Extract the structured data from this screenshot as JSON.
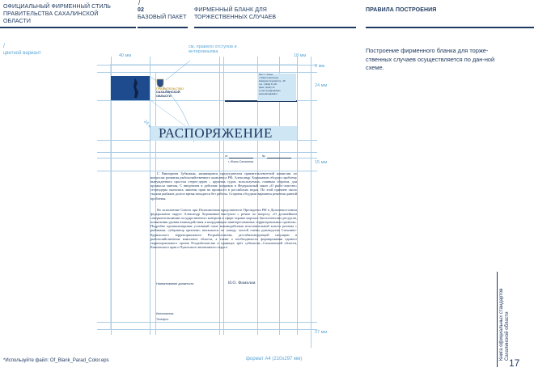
{
  "header": {
    "col1": "ОФИЦИАЛЬНЫЙ ФИРМЕННЫЙ СТИЛЬ ПРАВИТЕЛЬСТВА САХАЛИНСКОЙ ОБЛАСТИ",
    "col2_num": "02",
    "col2_text": "БАЗОВЫЙ ПАКЕТ",
    "col3": "ФИРМЕННЫЙ БЛАНК ДЛЯ ТОРЖЕСТВЕННЫХ СЛУЧАЕВ",
    "col4": "ПРАВИЛА ПОСТРОЕНИЯ",
    "slash": "/"
  },
  "left_note": {
    "slash": "/",
    "text": "цветной вариант"
  },
  "dims": {
    "left_margin": "40 мм",
    "right_margin": "18 мм",
    "top": "5 мм",
    "logo_h": "24 мм",
    "title_offset": "15 мм",
    "bottom": "27 мм",
    "diag": "24 мм",
    "note": "см. правило отступов и интерлиньяжа",
    "format": "формат А4 (210х297 мм)"
  },
  "letterhead": {
    "org_line1": "ПРАВИТЕЛЬСТВО",
    "org_line2": "САХАЛИНСКОЙ",
    "org_line3": "ОБЛАСТИ",
    "contacts": [
      "693 ? г. Южно-",
      "г. Южно-Сахалинск",
      "Коммунистический пр., 39",
      "тел.: (4242) 67-26-",
      "факс: (4242) 72-",
      "e-mail: post@sakhalin.",
      "www.admsakhalin.r"
    ],
    "title": "РАСПОРЯЖЕНИЕ",
    "date_prefix": "от",
    "num_prefix": "№",
    "city": "г. Южно-Сахалинск",
    "signer_position": "Наименование должности",
    "signer_name": "И.О. Фамилия",
    "executor": "Исполнитель:",
    "phone": "Телефон:"
  },
  "body_paragraphs": [
    "С Викторием Зубковым, являющимся председателем правительствен-ной комиссии по вопросам развития рыбохозяйственного комплекса РФ, Александр Хорошавин обсудил проблему вынужденного простоя стерео-дерев – крупных судов, используемых, главным образом, для промысла минтая. С введением в действие поправок в Федеральный закон «О рыбо-ловстве» стереодеры оказались лишены прав на промысел в российских водах. По этой причине около тысячи рыбаков долгое время находятся без работы. Стороны обсудили варианты решения данной проблемы.",
    "Во исполнение Совета при Полномочном представителе Президента РФ в Дальневосточном федеральном округе Александр Хорошавин выступил с речью по вопросу «О дальнейшем совершенствовании государственного контроля в сфере охраны морских биологических ресурсов, повышения уровня взаимодействия и координации заинтересованных территориальных органов». Подробно проанализировав успешный опыт взаимодействия исполнительной власти региона с рыбаками, губернатор критично высказался по поводу частой смены руководства Сахалино-Курильского территориального Росрыболовства, дестабилизирующей ситуацию в рыбохозяйственном комплексе области, а также о необходимости формирования единого территориального органа Росрыболовства в границах трёх субъектов—Сахалинской области, Камчатского края и Чукотского автономного округа."
  ],
  "sidebar": {
    "description": "Построение фирменного бланка для торже-ственных случаев осуществляется по дан-ной схеме."
  },
  "footer": {
    "file_note": "*Используйте файл: Of_Blank_Parad_Color.eps",
    "spine_line1": "Книга официальных стандартов",
    "spine_line2": "Сахалинской области",
    "page_number": "17"
  },
  "colors": {
    "navy": "#1f3a60",
    "guide": "#a9cce6",
    "band": "#cfe6f5",
    "accent_blue": "#5aa6d6"
  }
}
